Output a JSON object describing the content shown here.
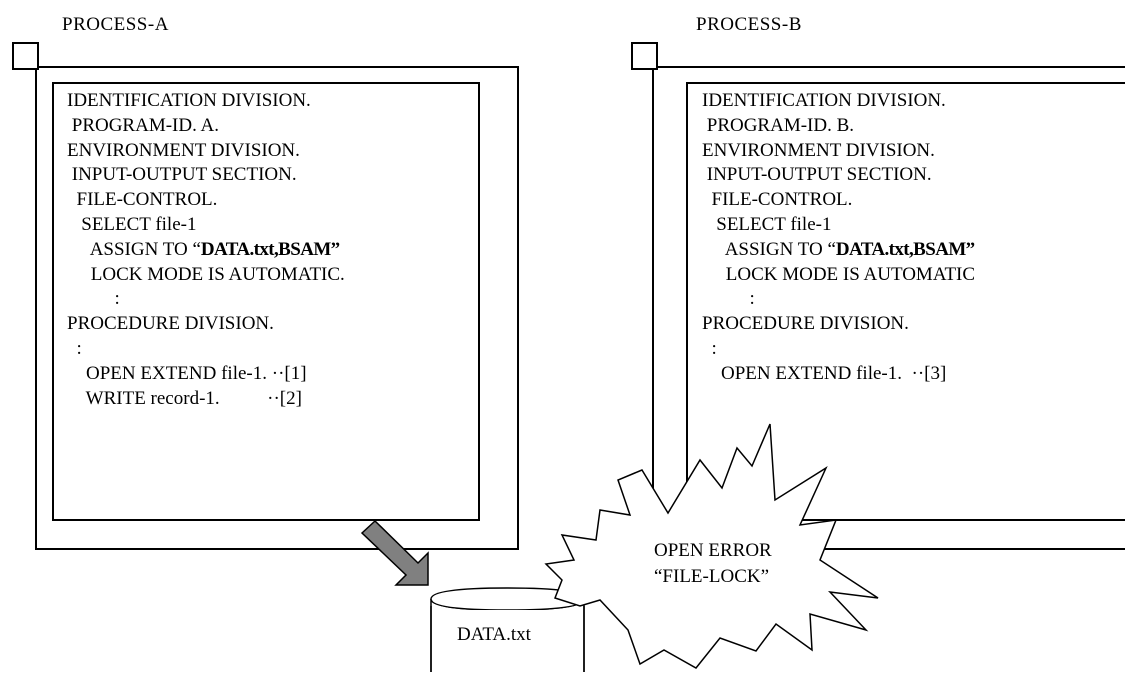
{
  "process_a": {
    "title": "PROCESS-A",
    "code": [
      {
        "pre": "IDENTIFICATION DIVISION.",
        "bold": "",
        "post": ""
      },
      {
        "pre": " PROGRAM-ID. A.",
        "bold": "",
        "post": ""
      },
      {
        "pre": "ENVIRONMENT DIVISION.",
        "bold": "",
        "post": ""
      },
      {
        "pre": " INPUT-OUTPUT SECTION.",
        "bold": "",
        "post": ""
      },
      {
        "pre": "  FILE-CONTROL.",
        "bold": "",
        "post": ""
      },
      {
        "pre": "   SELECT file-1",
        "bold": "",
        "post": ""
      },
      {
        "pre": "     ASSIGN TO “",
        "bold": "DATA.txt,BSAM”",
        "post": ""
      },
      {
        "pre": "     LOCK MODE IS AUTOMATIC.",
        "bold": "",
        "post": ""
      },
      {
        "pre": "          :",
        "bold": "",
        "post": ""
      },
      {
        "pre": "PROCEDURE DIVISION.",
        "bold": "",
        "post": ""
      },
      {
        "pre": "  :",
        "bold": "",
        "post": ""
      },
      {
        "pre": "    OPEN EXTEND file-1. ··[1]",
        "bold": "",
        "post": ""
      },
      {
        "pre": "    WRITE record-1.          ··[2]",
        "bold": "",
        "post": ""
      }
    ]
  },
  "process_b": {
    "title": "PROCESS-B",
    "code": [
      {
        "pre": "IDENTIFICATION DIVISION.",
        "bold": "",
        "post": ""
      },
      {
        "pre": " PROGRAM-ID. B.",
        "bold": "",
        "post": ""
      },
      {
        "pre": "ENVIRONMENT DIVISION.",
        "bold": "",
        "post": ""
      },
      {
        "pre": " INPUT-OUTPUT SECTION.",
        "bold": "",
        "post": ""
      },
      {
        "pre": "  FILE-CONTROL.",
        "bold": "",
        "post": ""
      },
      {
        "pre": "   SELECT file-1",
        "bold": "",
        "post": ""
      },
      {
        "pre": "     ASSIGN TO “",
        "bold": "DATA.txt,BSAM”",
        "post": ""
      },
      {
        "pre": "     LOCK MODE IS AUTOMATIC",
        "bold": "",
        "post": ""
      },
      {
        "pre": "          :",
        "bold": "",
        "post": ""
      },
      {
        "pre": "PROCEDURE DIVISION.",
        "bold": "",
        "post": ""
      },
      {
        "pre": "  :",
        "bold": "",
        "post": ""
      },
      {
        "pre": "    OPEN EXTEND file-1.  ··[3]",
        "bold": "",
        "post": ""
      }
    ]
  },
  "error_burst": {
    "line1": "OPEN ERROR",
    "line2": "“FILE-LOCK”"
  },
  "data_file": {
    "label": "DATA.txt"
  },
  "colors": {
    "arrow_fill": "#808080",
    "line": "#000000"
  }
}
